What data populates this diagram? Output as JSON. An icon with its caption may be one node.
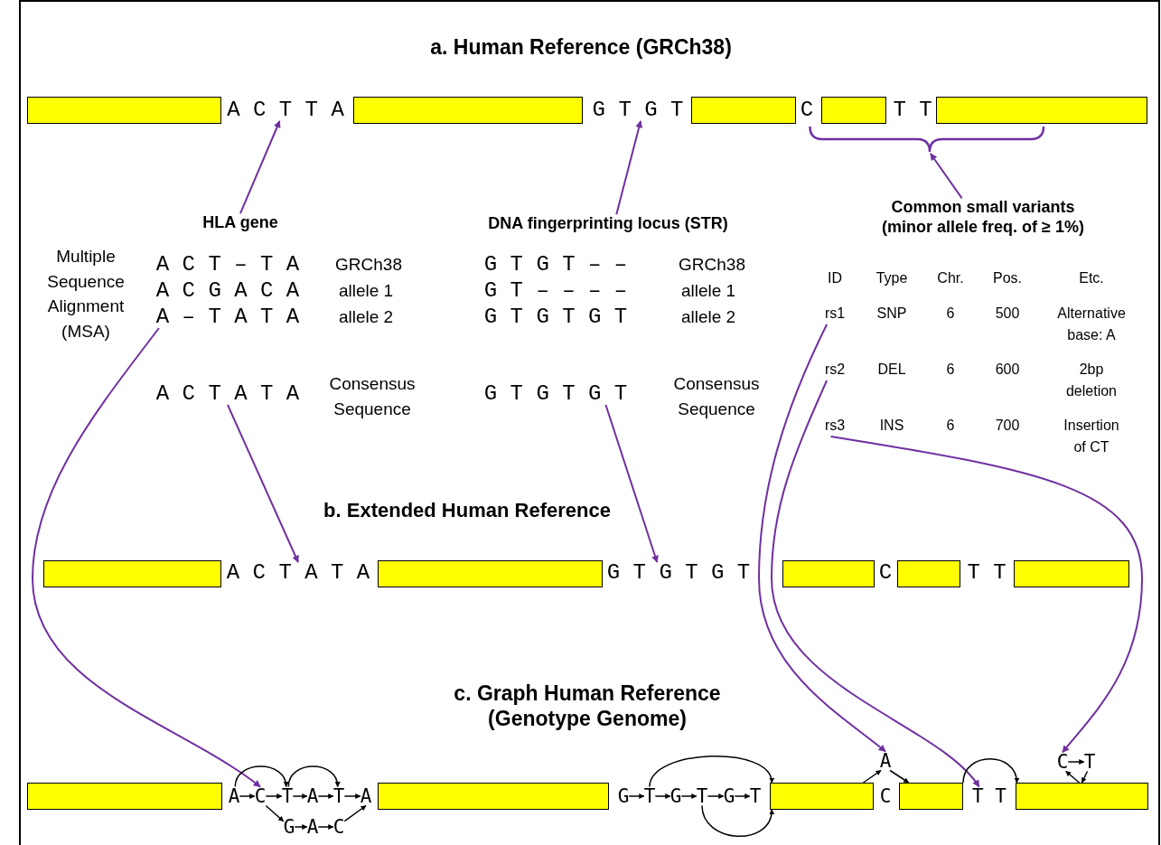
{
  "diagram": {
    "nodes": [
      {
        "text": [],
        "shape": "bar"
      },
      {
        "text": [
          "A C T T A"
        ]
      },
      {
        "text": [],
        "shape": "bar"
      },
      {
        "text": [
          "G T G T"
        ]
      },
      {
        "text": [],
        "shape": "bar"
      },
      {
        "text": [
          "C"
        ]
      },
      {
        "text": [],
        "shape": "bar"
      },
      {
        "text": [
          "T T"
        ]
      },
      {
        "text": [],
        "shape": "bar"
      },
      {
        "text": [
          "HLA gene"
        ]
      },
      {
        "text": [
          "DNA fingerprinting locus (STR)"
        ]
      },
      {
        "text": [
          "Common small variants (minor allele freq. of ≥ 1%)"
        ]
      },
      {
        "text": [
          "A – T A T A"
        ]
      },
      {
        "text": [
          "A C T A T A"
        ]
      },
      {
        "text": [
          "G T G T G T"
        ]
      },
      {
        "text": [
          "rs1"
        ]
      },
      {
        "text": [
          "rs2"
        ]
      },
      {
        "text": [
          "rs3"
        ]
      },
      {
        "text": [],
        "shape": "bar"
      },
      {
        "text": [
          "A C T A T A"
        ]
      },
      {
        "text": [],
        "shape": "bar"
      },
      {
        "text": [
          "G T G T G T"
        ]
      },
      {
        "text": [],
        "shape": "bar"
      },
      {
        "text": [
          "C"
        ]
      },
      {
        "text": [],
        "shape": "bar"
      },
      {
        "text": [
          "T T"
        ]
      },
      {
        "text": [],
        "shape": "bar"
      },
      {
        "text": [],
        "shape": "bar"
      },
      {
        "text": [
          "A"
        ]
      },
      {
        "text": [
          "C"
        ]
      },
      {
        "text": [
          "T"
        ]
      },
      {
        "text": [
          "A"
        ]
      },
      {
        "text": [
          "T"
        ]
      },
      {
        "text": [
          "A"
        ]
      },
      {
        "text": [
          "G"
        ]
      },
      {
        "text": [
          "A"
        ]
      },
      {
        "text": [
          "C"
        ]
      },
      {
        "text": [],
        "shape": "bar"
      },
      {
        "text": [
          "G"
        ]
      },
      {
        "text": [
          "T"
        ]
      },
      {
        "text": [
          "G"
        ]
      },
      {
        "text": [
          "T"
        ]
      },
      {
        "text": [
          "G"
        ]
      },
      {
        "text": [
          "T"
        ]
      },
      {
        "text": [],
        "shape": "bar"
      },
      {
        "text": [
          "A"
        ]
      },
      {
        "text": [
          "C"
        ]
      },
      {
        "text": [],
        "shape": "bar"
      },
      {
        "text": [
          "T T"
        ]
      },
      {
        "text": [],
        "shape": "bar"
      },
      {
        "text": [
          "C"
        ]
      },
      {
        "text": [
          "T"
        ]
      },
      {
        "text": [],
        "shape": "brace"
      }
    ],
    "edges": [
      {
        "from": 9,
        "to": 1,
        "arrow": "to",
        "color": "#7030a0"
      },
      {
        "from": 10,
        "to": 3,
        "arrow": "to",
        "color": "#7030a0"
      },
      {
        "from": 11,
        "to": 52,
        "arrow": "to",
        "color": "#7030a0"
      },
      {
        "from": 13,
        "to": 19,
        "arrow": "to",
        "color": "#7030a0"
      },
      {
        "from": 14,
        "to": 21,
        "arrow": "to",
        "color": "#7030a0"
      },
      {
        "from": 12,
        "to": 29,
        "arrow": "to",
        "color": "#7030a0"
      },
      {
        "from": 15,
        "to": 45,
        "arrow": "to",
        "color": "#7030a0"
      },
      {
        "from": 16,
        "to": 48,
        "arrow": "to",
        "color": "#7030a0"
      },
      {
        "from": 17,
        "to": 50,
        "arrow": "to",
        "color": "#7030a0"
      },
      {
        "from": 28,
        "to": 29,
        "arrow": "to"
      },
      {
        "from": 29,
        "to": 30,
        "arrow": "to"
      },
      {
        "from": 30,
        "to": 31,
        "arrow": "to"
      },
      {
        "from": 31,
        "to": 32,
        "arrow": "to"
      },
      {
        "from": 32,
        "to": 33,
        "arrow": "to"
      },
      {
        "from": 28,
        "to": 30,
        "arrow": "to"
      },
      {
        "from": 30,
        "to": 32,
        "arrow": "to"
      },
      {
        "from": 29,
        "to": 34,
        "arrow": "to"
      },
      {
        "from": 34,
        "to": 35,
        "arrow": "to"
      },
      {
        "from": 35,
        "to": 36,
        "arrow": "to"
      },
      {
        "from": 36,
        "to": 33,
        "arrow": "to"
      },
      {
        "from": 38,
        "to": 39,
        "arrow": "to"
      },
      {
        "from": 39,
        "to": 40,
        "arrow": "to"
      },
      {
        "from": 40,
        "to": 41,
        "arrow": "to"
      },
      {
        "from": 41,
        "to": 42,
        "arrow": "to"
      },
      {
        "from": 42,
        "to": 43,
        "arrow": "to"
      },
      {
        "from": 39,
        "to": 44,
        "arrow": "to"
      },
      {
        "from": 41,
        "to": 44,
        "arrow": "to"
      },
      {
        "from": 44,
        "to": 45,
        "arrow": "to"
      },
      {
        "from": 45,
        "to": 47,
        "arrow": "to"
      },
      {
        "from": 47,
        "to": 49,
        "arrow": "to"
      },
      {
        "from": 49,
        "to": 50,
        "arrow": "to"
      },
      {
        "from": 50,
        "to": 51,
        "arrow": "to"
      },
      {
        "from": 51,
        "to": 49,
        "arrow": "to"
      }
    ],
    "labels": [
      "a. Human Reference (GRCh38)",
      "Multiple Sequence Alignment (MSA)",
      "A C T – T A",
      "GRCh38",
      "A C G A C A",
      "allele 1",
      "allele 2",
      "G T G T – –",
      "GRCh38",
      "G T – – – –",
      "allele 1",
      "G T G T G T",
      "allele 2",
      "Consensus Sequence",
      "Consensus Sequence",
      "ID",
      "Type",
      "Chr.",
      "Pos.",
      "Etc.",
      "SNP",
      "6",
      "500",
      "Alternative base: A",
      "DEL",
      "6",
      "600",
      "2bp deletion",
      "INS",
      "6",
      "700",
      "Insertion of CT",
      "b. Extended Human Reference",
      "c. Graph Human Reference (Genotype Genome)"
    ]
  }
}
